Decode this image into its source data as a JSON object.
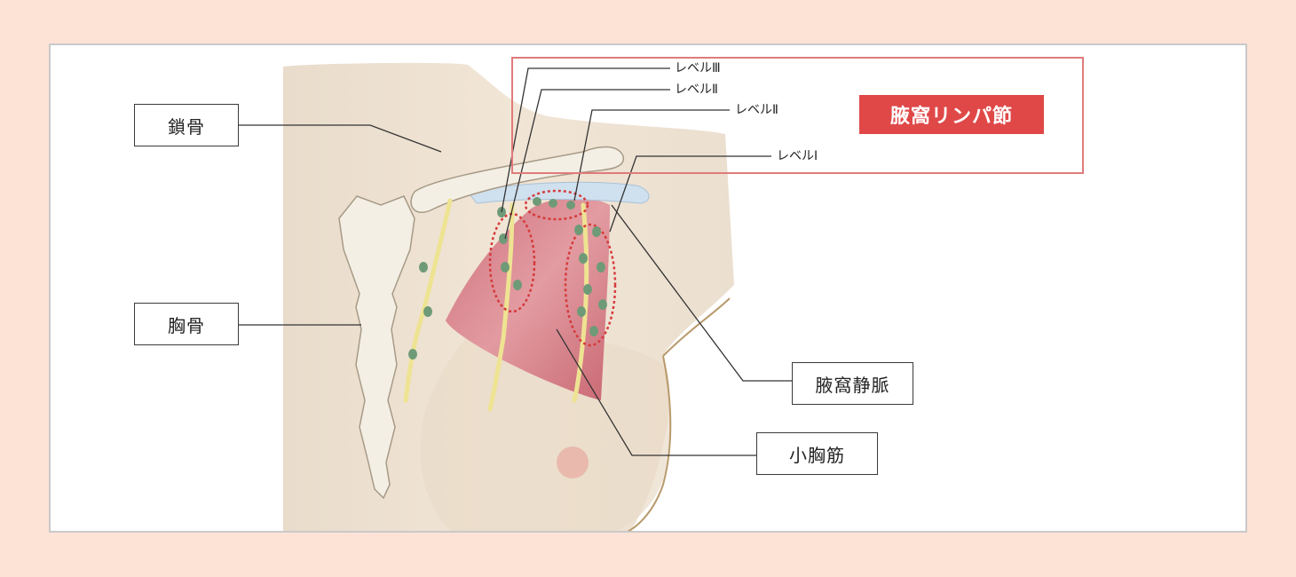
{
  "labels": {
    "clavicle": "鎖骨",
    "sternum": "胸骨",
    "axillary_vein": "腋窩静脈",
    "pectoralis_minor": "小胸筋"
  },
  "axillary_nodes": {
    "title": "腋窩リンパ節",
    "levels": [
      "レベルⅢ",
      "レベルⅡ",
      "レベルⅡ",
      "レベルⅠ"
    ]
  },
  "colors": {
    "page_background": "#fde3d6",
    "panel_background": "#ffffff",
    "skin": "#efe2d3",
    "muscle": "#d98b93",
    "node": "#6f9a78",
    "vessel": "#f2ea9a",
    "bone": "#f3efe5",
    "vein": "#cfe0ee",
    "highlight_red": "#e04848"
  }
}
